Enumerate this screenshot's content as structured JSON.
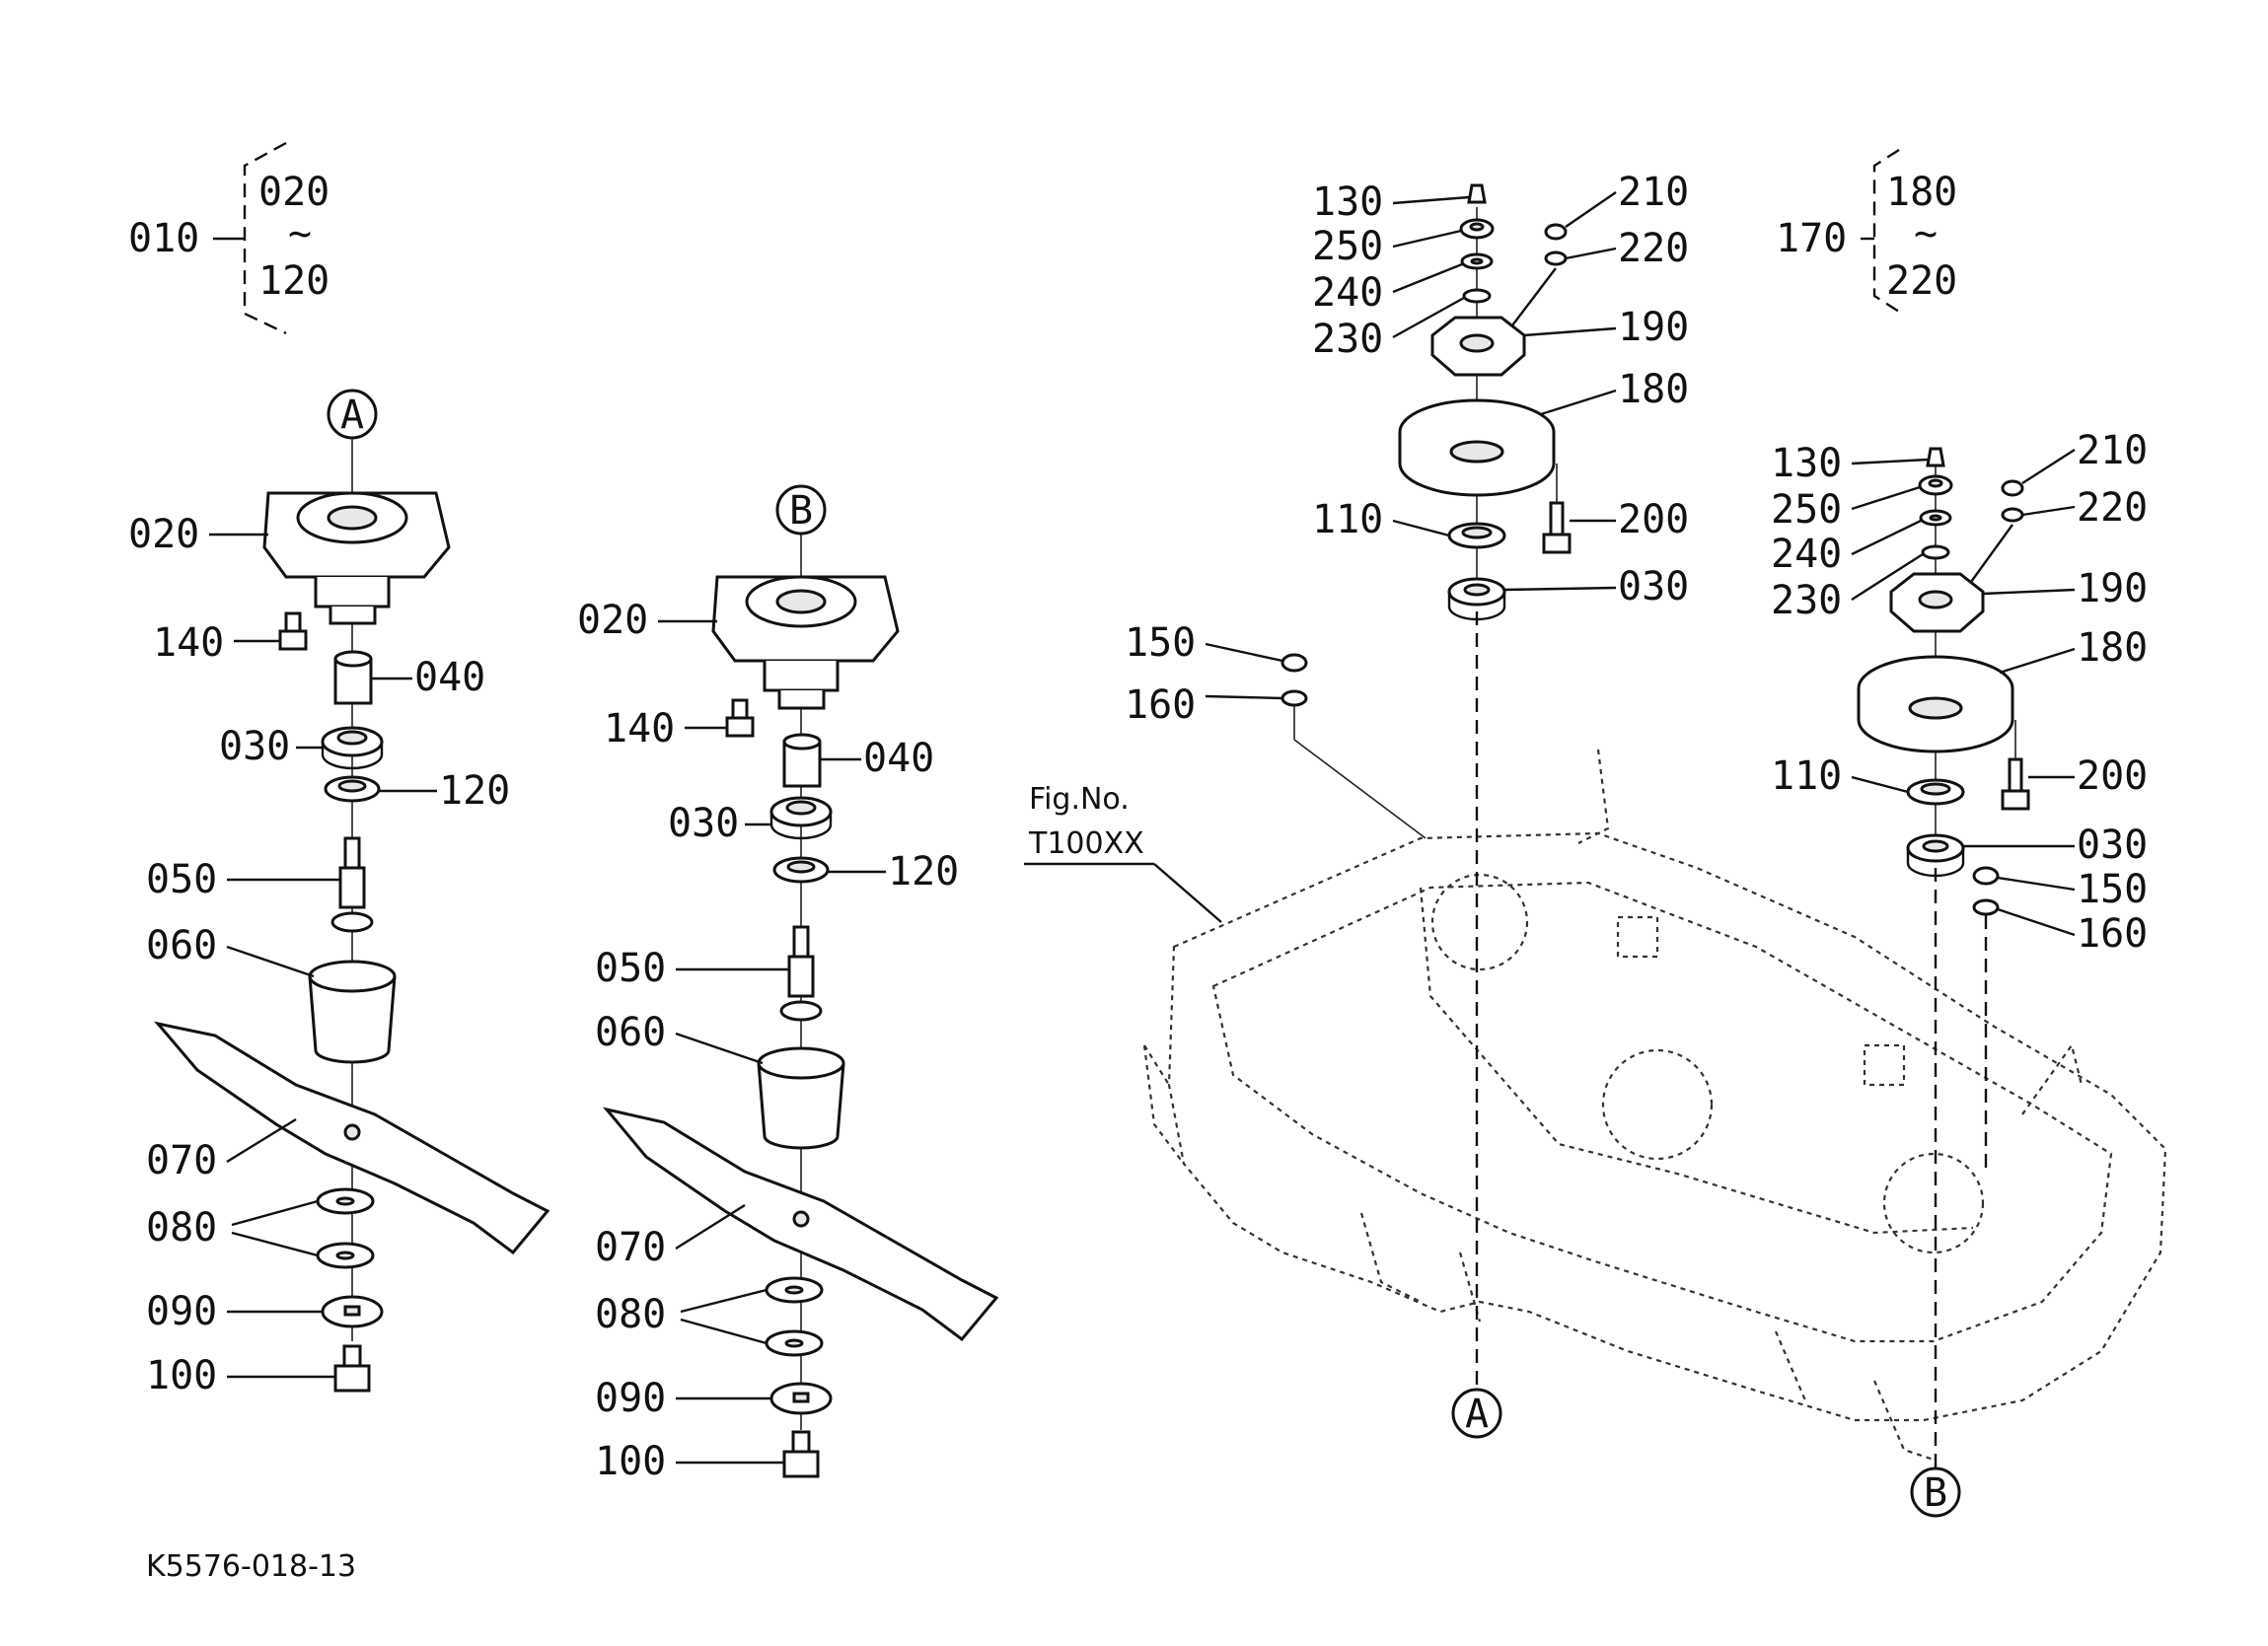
{
  "footer": {
    "code": "K5576-018-13"
  },
  "figure_ref": {
    "line1": "Fig.No.",
    "line2": "T100XX"
  },
  "markers": {
    "a": "A",
    "b": "B"
  },
  "group_left": {
    "parent": "010",
    "from": "020",
    "tilde": "~",
    "to": "120"
  },
  "group_right": {
    "parent": "170",
    "from": "180",
    "tilde": "~",
    "to": "220"
  },
  "assembly_a": {
    "p020": "020",
    "p140": "140",
    "p040": "040",
    "p030": "030",
    "p120": "120",
    "p050": "050",
    "p060": "060",
    "p070": "070",
    "p080": "080",
    "p090": "090",
    "p100": "100"
  },
  "assembly_b": {
    "p020": "020",
    "p140": "140",
    "p040": "040",
    "p030": "030",
    "p120": "120",
    "p050": "050",
    "p060": "060",
    "p070": "070",
    "p080": "080",
    "p090": "090",
    "p100": "100"
  },
  "pulley_1": {
    "p130": "130",
    "p250": "250",
    "p240": "240",
    "p230": "230",
    "p210": "210",
    "p220": "220",
    "p190": "190",
    "p180": "180",
    "p110": "110",
    "p200": "200",
    "p030": "030",
    "p150": "150",
    "p160": "160"
  },
  "pulley_2": {
    "p130": "130",
    "p250": "250",
    "p240": "240",
    "p230": "230",
    "p210": "210",
    "p220": "220",
    "p190": "190",
    "p180": "180",
    "p110": "110",
    "p200": "200",
    "p030": "030",
    "p150": "150",
    "p160": "160"
  }
}
